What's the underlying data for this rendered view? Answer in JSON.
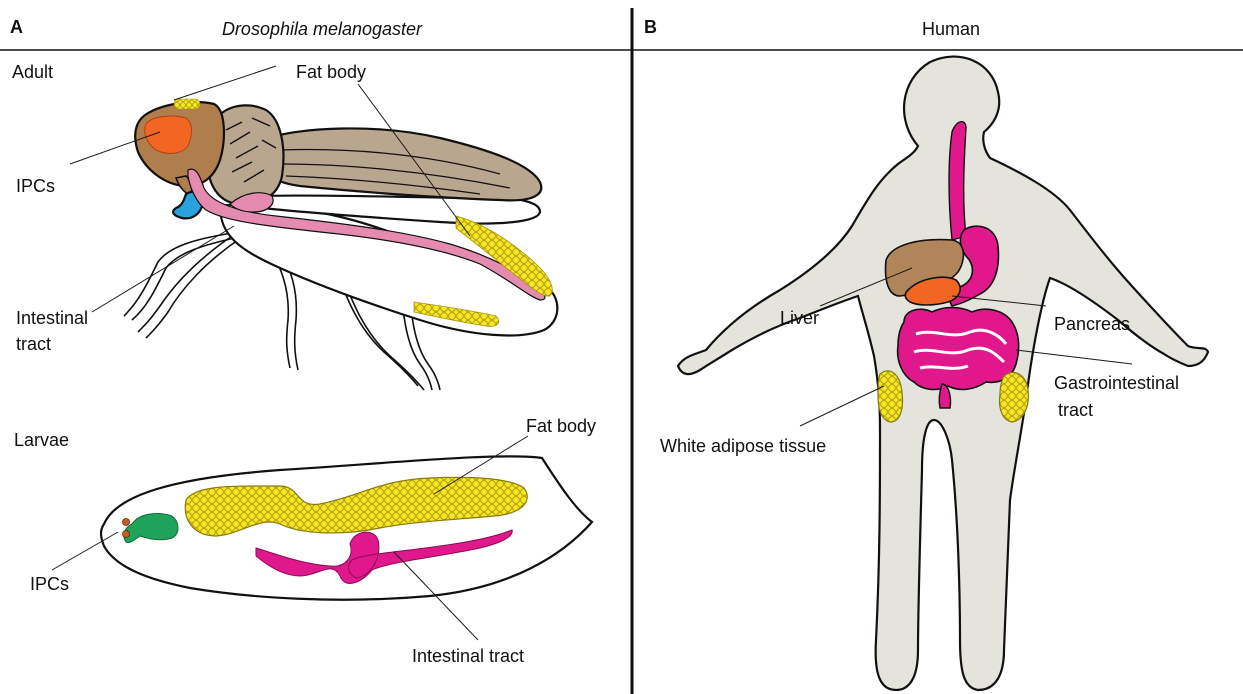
{
  "panel_a": {
    "letter": "A",
    "title": "Drosophila melanogaster",
    "adult": {
      "heading": "Adult",
      "labels": {
        "fat_body": "Fat body",
        "ipcs": "IPCs",
        "intestinal_line1": "Intestinal",
        "intestinal_line2": "tract"
      }
    },
    "larvae": {
      "heading": "Larvae",
      "labels": {
        "fat_body": "Fat body",
        "ipcs": "IPCs",
        "intestinal": "Intestinal tract"
      }
    }
  },
  "panel_b": {
    "letter": "B",
    "title": "Human",
    "labels": {
      "liver": "Liver",
      "pancreas": "Pancreas",
      "gi_line1": "Gastrointestinal",
      "gi_line2": "tract",
      "wat": "White adipose tissue"
    }
  },
  "colors": {
    "fat_body": "#f5e626",
    "head": "#b07d4d",
    "ipcs_adult": "#f26522",
    "crop": "#29a3dd",
    "gut_adult": "#e58bb0",
    "gut_human": "#e0188c",
    "larval_brain": "#1fa35a",
    "thorax": "#b8a68e",
    "body_human": "#e4e3dc",
    "liver": "#b0855a",
    "pancreas": "#f26522"
  }
}
